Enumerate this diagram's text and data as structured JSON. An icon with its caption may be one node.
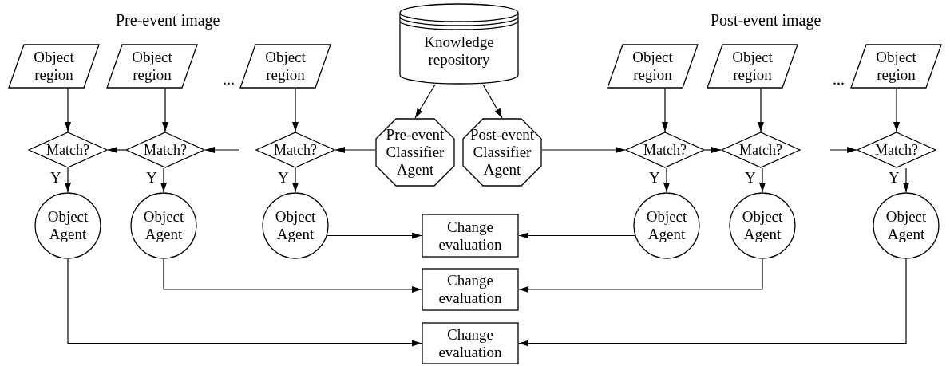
{
  "diagram": {
    "nodes": [
      {
        "text": [
          "Knowledge repository"
        ]
      },
      {
        "text": [
          "Pre-event Classifier Agent"
        ]
      },
      {
        "text": [
          "Post-event Classifier Agent"
        ]
      },
      {
        "text": [
          "Object region"
        ]
      },
      {
        "text": [
          "Object region"
        ]
      },
      {
        "text": [
          "Object region"
        ]
      },
      {
        "text": [
          "Match?"
        ]
      },
      {
        "text": [
          "Match?"
        ]
      },
      {
        "text": [
          "Match?"
        ]
      },
      {
        "text": [
          "Object Agent"
        ]
      },
      {
        "text": [
          "Object Agent"
        ]
      },
      {
        "text": [
          "Object Agent"
        ]
      },
      {
        "text": [
          "Object region"
        ]
      },
      {
        "text": [
          "Object region"
        ]
      },
      {
        "text": [
          "Object region"
        ]
      },
      {
        "text": [
          "Match?"
        ]
      },
      {
        "text": [
          "Match?"
        ]
      },
      {
        "text": [
          "Match?"
        ]
      },
      {
        "text": [
          "Object Agent"
        ]
      },
      {
        "text": [
          "Object Agent"
        ]
      },
      {
        "text": [
          "Object Agent"
        ]
      },
      {
        "text": [
          "Change evaluation"
        ]
      },
      {
        "text": [
          "Change evaluation"
        ]
      },
      {
        "text": [
          "Change evaluation"
        ]
      }
    ],
    "edges": [
      {
        "from": 0,
        "to": 1,
        "arrow": "to"
      },
      {
        "from": 0,
        "to": 2,
        "arrow": "to"
      },
      {
        "from": 3,
        "to": 6,
        "arrow": "to"
      },
      {
        "from": 4,
        "to": 7,
        "arrow": "to"
      },
      {
        "from": 5,
        "to": 8,
        "arrow": "to"
      },
      {
        "from": 6,
        "to": 9,
        "arrow": "to",
        "label": "Y"
      },
      {
        "from": 7,
        "to": 10,
        "arrow": "to",
        "label": "Y"
      },
      {
        "from": 8,
        "to": 11,
        "arrow": "to",
        "label": "Y"
      },
      {
        "from": 1,
        "to": 8,
        "arrow": "to"
      },
      {
        "from": null,
        "to": 7,
        "arrow": "to"
      },
      {
        "from": 7,
        "to": 6,
        "arrow": "to"
      },
      {
        "from": 12,
        "to": 15,
        "arrow": "to"
      },
      {
        "from": 13,
        "to": 16,
        "arrow": "to"
      },
      {
        "from": 14,
        "to": 17,
        "arrow": "to"
      },
      {
        "from": 15,
        "to": 18,
        "arrow": "to",
        "label": "Y"
      },
      {
        "from": 16,
        "to": 19,
        "arrow": "to",
        "label": "Y"
      },
      {
        "from": 17,
        "to": 20,
        "arrow": "to",
        "label": "Y"
      },
      {
        "from": 2,
        "to": 15,
        "arrow": "to"
      },
      {
        "from": 15,
        "to": 16,
        "arrow": "to"
      },
      {
        "from": null,
        "to": 17,
        "arrow": "to"
      },
      {
        "from": 11,
        "to": 21,
        "arrow": "to"
      },
      {
        "from": 18,
        "to": 21,
        "arrow": "to"
      },
      {
        "from": 10,
        "to": 22,
        "arrow": "to"
      },
      {
        "from": 19,
        "to": 22,
        "arrow": "to"
      },
      {
        "from": 9,
        "to": 23,
        "arrow": "to"
      },
      {
        "from": 20,
        "to": 23,
        "arrow": "to"
      }
    ],
    "labels": [
      "Pre-event image",
      "...",
      "Post-event image",
      "..."
    ]
  }
}
